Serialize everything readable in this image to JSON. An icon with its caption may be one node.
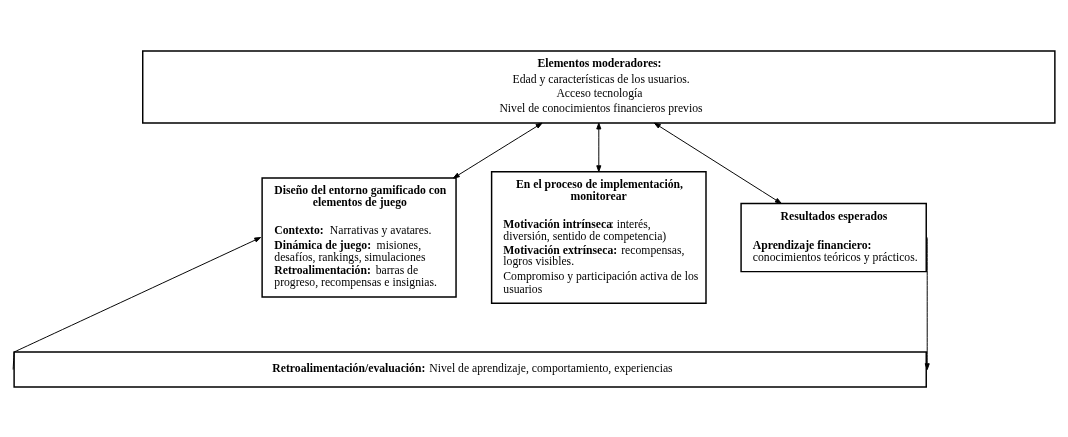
{
  "diagram": {
    "nodes": [
      {
        "text": [
          "Elementos moderadores:",
          "Edad y características de los usuarios.",
          "Acceso tecnología",
          "Nivel de conocimientos financieros previos"
        ]
      },
      {
        "text": [
          "Diseño del entorno gamificado con elementos de juego",
          "**Contexto:** Narrativas y avatares.",
          "**Dinámica de juego:** misiones, desafíos, rankings, simulaciones",
          "**Retroalimentación:** barras de progreso, recompensas e insignias."
        ]
      },
      {
        "text": [
          "En el proceso de implementación, monitorear",
          "**Motivación intrínseca**: interés, diversión, sentido de competencia)",
          "**Motivación extrínseca:** recompensas, logros visibles.",
          "Compromiso y participación activa de los usuarios"
        ]
      },
      {
        "text": [
          "Resultados esperados",
          "**Aprendizaje financiero:** conocimientos teóricos y prácticos."
        ]
      },
      {
        "text": [
          "**Retroalimentación/evaluación:** Nivel de aprendizaje, comportamiento, experiencias"
        ]
      }
    ],
    "edges": [
      {
        "from": 0,
        "to": 1,
        "arrow": "both"
      },
      {
        "from": 0,
        "to": 2,
        "arrow": "both"
      },
      {
        "from": 0,
        "to": 3,
        "arrow": "both"
      },
      {
        "from": 3,
        "to": 4,
        "arrow": "to"
      },
      {
        "from": 4,
        "to": 1,
        "arrow": "to"
      }
    ]
  }
}
